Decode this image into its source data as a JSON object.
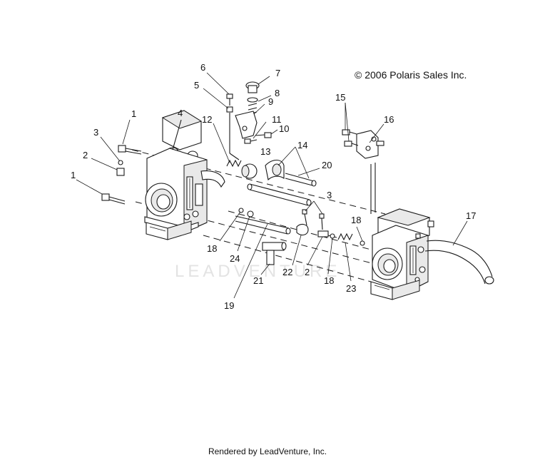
{
  "copyright": "© 2006 Polaris Sales Inc.",
  "watermark": "LEADVENTURE",
  "footer": "Rendered by LeadVenture, Inc.",
  "callouts": {
    "c1a": "1",
    "c1b": "1",
    "c2a": "2",
    "c2b": "2",
    "c3a": "3",
    "c3b": "3",
    "c4": "4",
    "c5": "5",
    "c6": "6",
    "c7": "7",
    "c8": "8",
    "c9": "9",
    "c10": "10",
    "c11": "11",
    "c12": "12",
    "c13": "13",
    "c14": "14",
    "c15": "15",
    "c16": "16",
    "c17": "17",
    "c18a": "18",
    "c18b": "18",
    "c18c": "18",
    "c19": "19",
    "c20": "20",
    "c21": "21",
    "c22": "22",
    "c23": "23",
    "c24": "24"
  }
}
